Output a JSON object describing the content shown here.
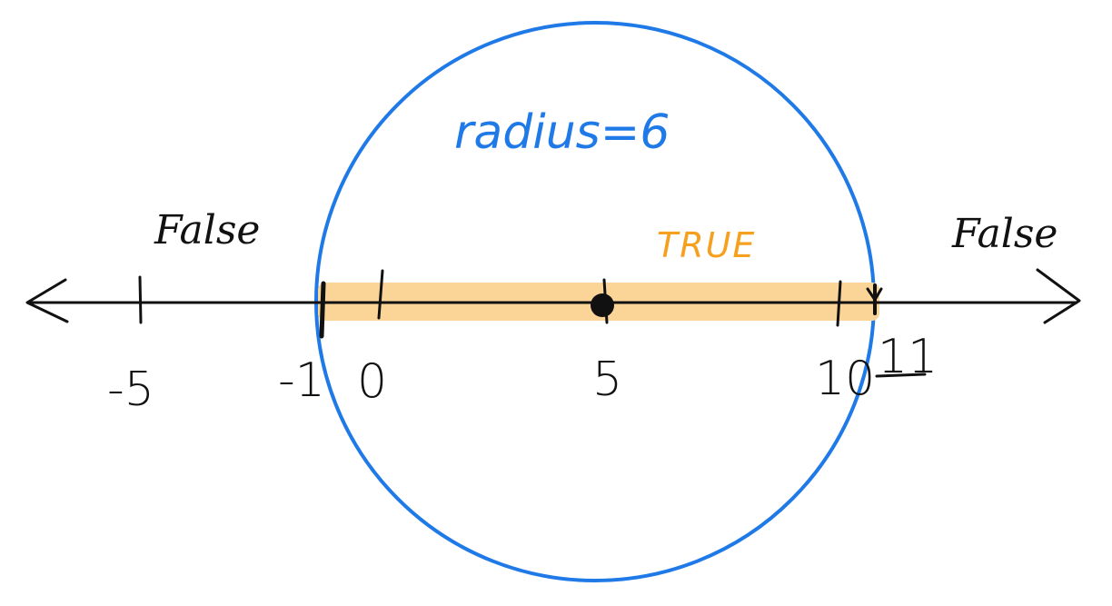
{
  "radius_label": "radius=6",
  "true_label": "TRUE",
  "false_left_label": "False",
  "false_right_label": "False",
  "ticks": [
    {
      "value": -5,
      "label": "-5"
    },
    {
      "value": -1,
      "label": "-1"
    },
    {
      "value": 0,
      "label": "0"
    },
    {
      "value": 5,
      "label": "5"
    },
    {
      "value": 10,
      "label": "10"
    },
    {
      "value": 11,
      "label": "11"
    }
  ],
  "center_value": 5,
  "radius_value": 6,
  "true_interval": [
    -1,
    11
  ],
  "colors": {
    "circle": "#1f7ae8",
    "highlight": "#fbd598",
    "true_text": "#f6a020",
    "ink": "#111111"
  }
}
